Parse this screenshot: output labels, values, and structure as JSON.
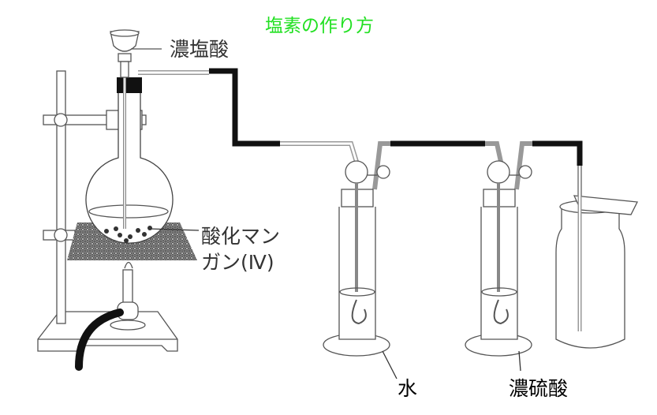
{
  "title": "塩素の作り方",
  "title_color": "#22e022",
  "labels": {
    "hcl": "濃塩酸",
    "mno2_line1": "酸化マン",
    "mno2_line2": "ガン(Ⅳ)",
    "water": "水",
    "h2so4": "濃硫酸"
  }
}
